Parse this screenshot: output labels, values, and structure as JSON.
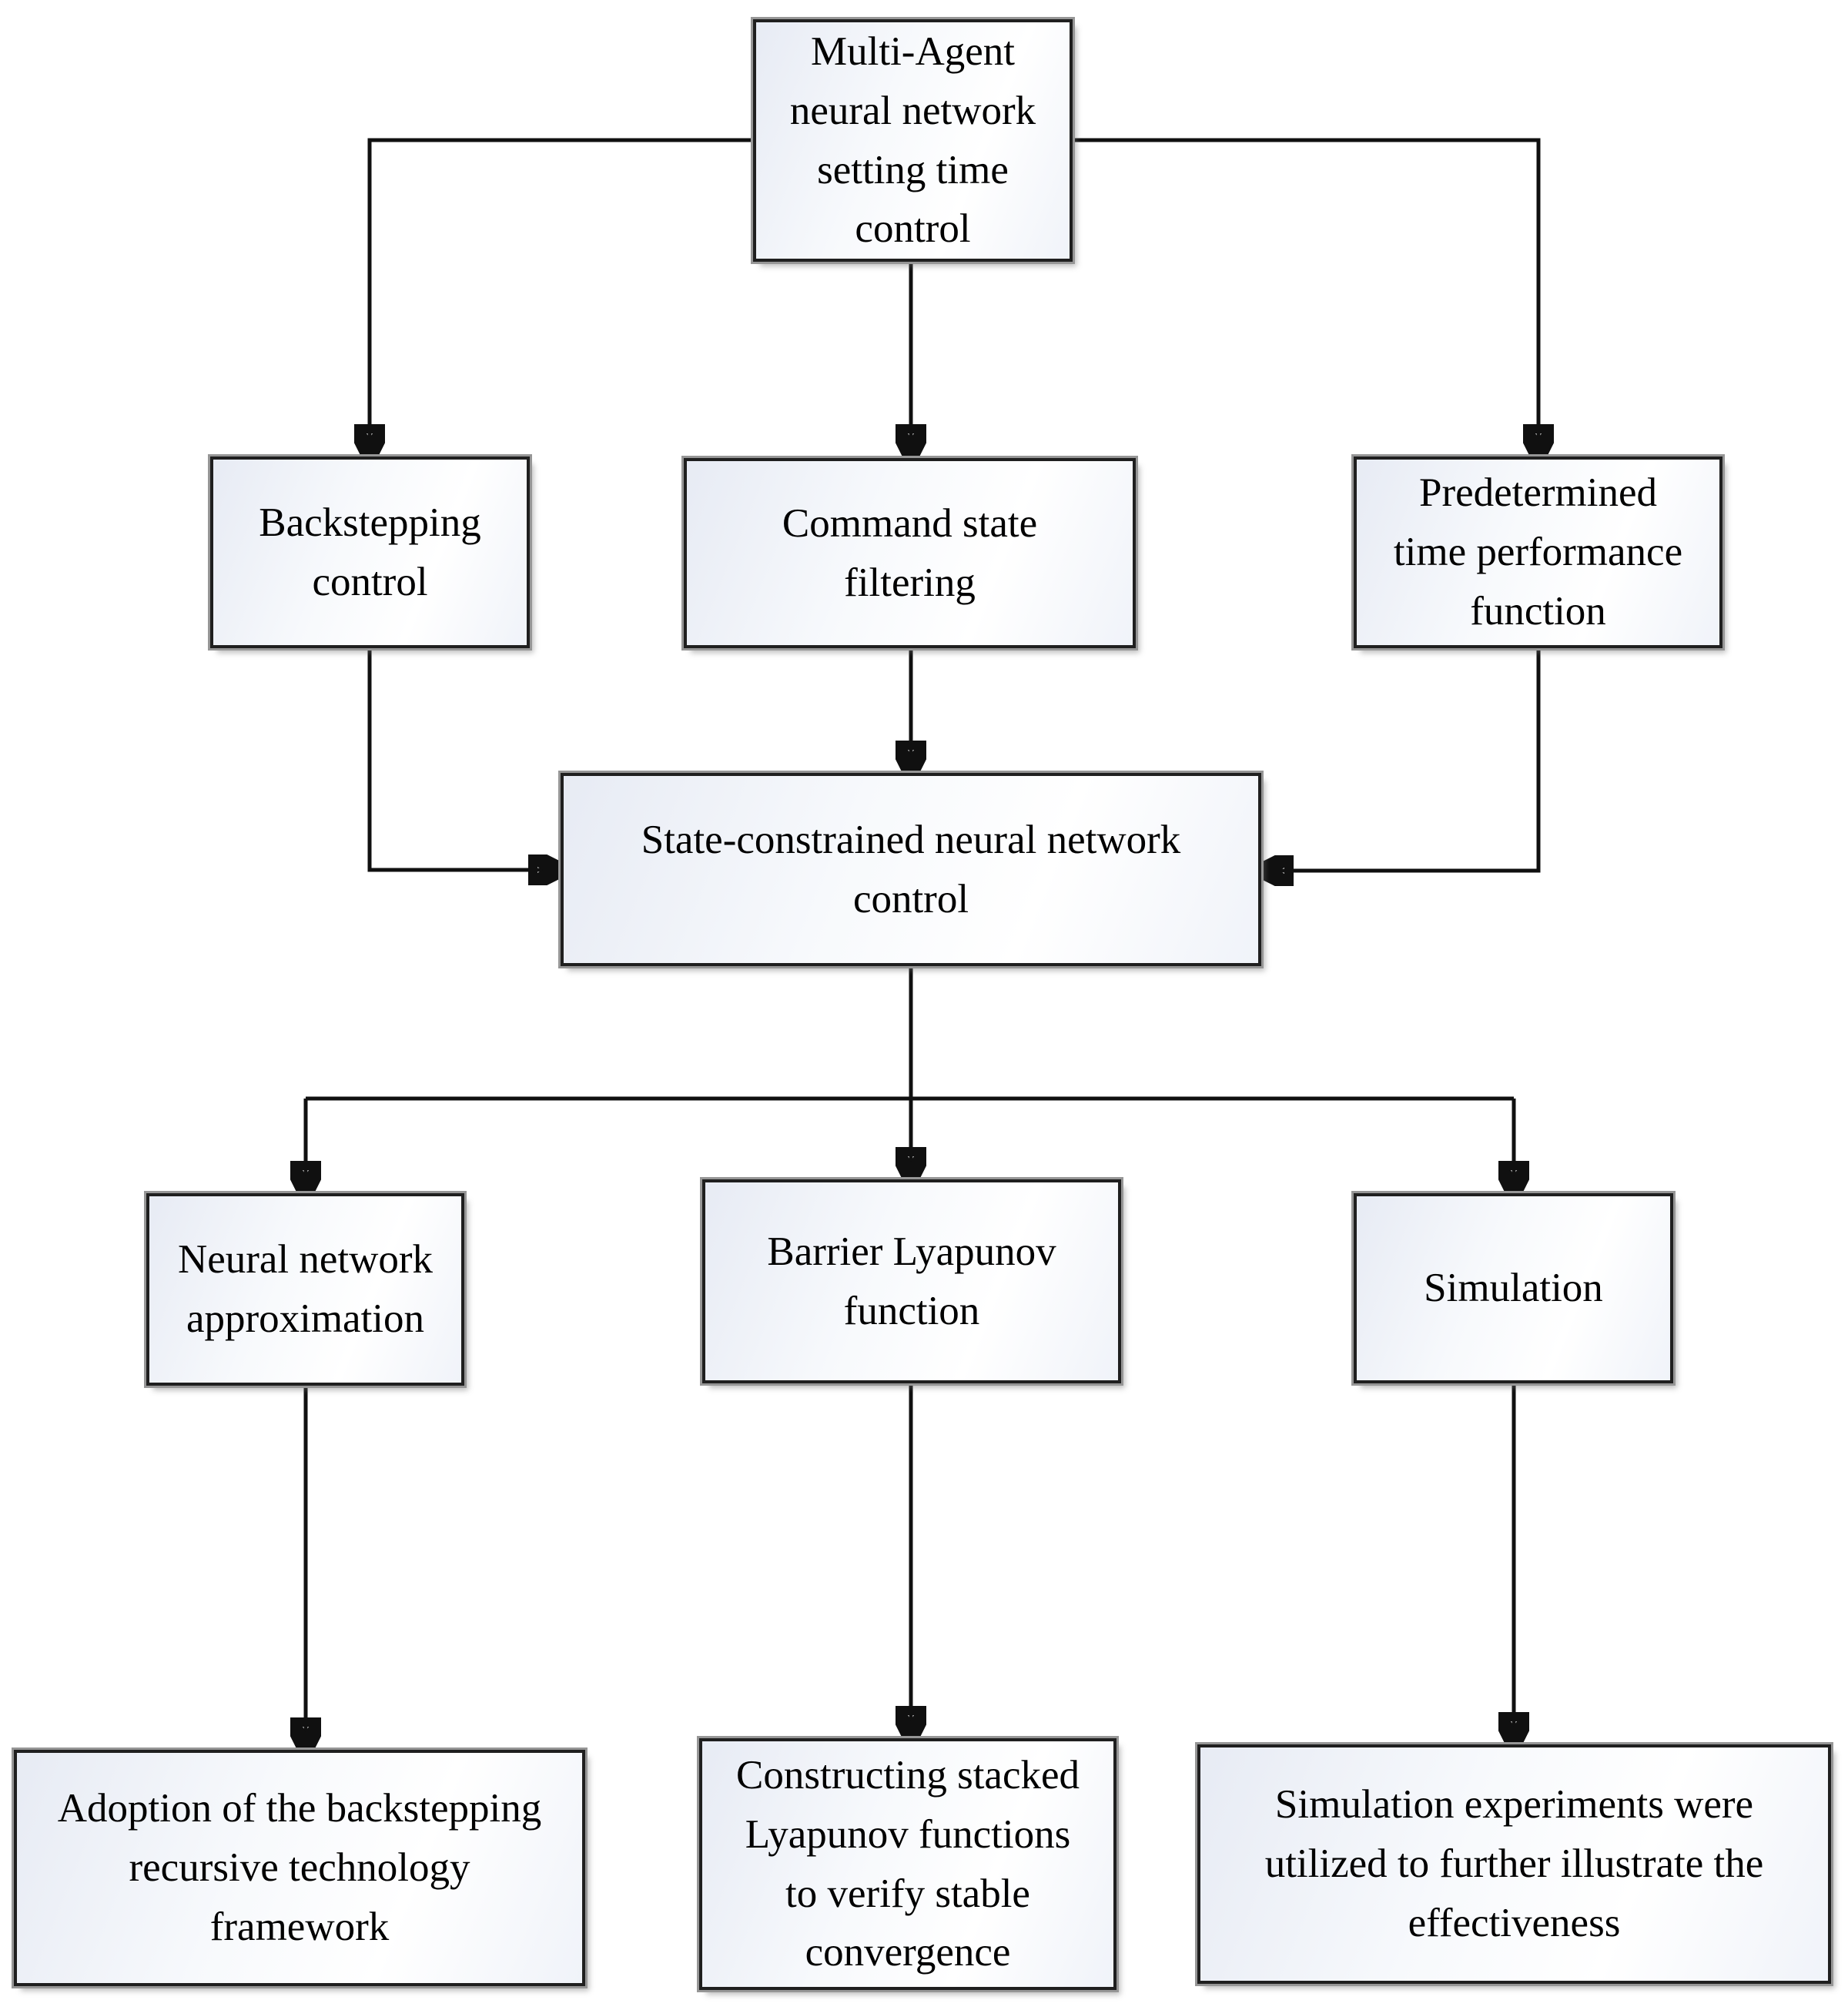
{
  "figure": {
    "type": "flowchart",
    "background": "#ffffff",
    "box_fill_start": "#e7ebf4",
    "box_fill_end": "#ffffff",
    "box_border_color": "#1f1f1f",
    "box_border_halo": "#969696",
    "connector_color": "#101010",
    "text_color": "#000000"
  },
  "diagram": {
    "nodes": [
      {
        "id": "multi-agent-setting-time-control",
        "label": "Multi-Agent\nneural network\nsetting time\ncontrol"
      },
      {
        "id": "backstepping-control",
        "label": "Backstepping\ncontrol"
      },
      {
        "id": "command-state-filtering",
        "label": "Command state\nfiltering"
      },
      {
        "id": "predetermined-time-performance-function",
        "label": "Predetermined\ntime performance\nfunction"
      },
      {
        "id": "state-constrained-neural-network-control",
        "label": "State-constrained neural network\ncontrol"
      },
      {
        "id": "neural-network-approximation",
        "label": "Neural network\napproximation"
      },
      {
        "id": "barrier-lyapunov-function",
        "label": "Barrier Lyapunov\nfunction"
      },
      {
        "id": "simulation",
        "label": "Simulation"
      },
      {
        "id": "adoption-backstepping-framework",
        "label": "Adoption of the backstepping\nrecursive technology\nframework"
      },
      {
        "id": "constructing-stacked-lyapunov",
        "label": "Constructing stacked\nLyapunov functions\nto verify stable\nconvergence"
      },
      {
        "id": "simulation-experiments-effectiveness",
        "label": "Simulation experiments were\nutilized to further illustrate the\neffectiveness"
      }
    ],
    "edges": [
      {
        "from": "multi-agent-setting-time-control",
        "to": "backstepping-control"
      },
      {
        "from": "multi-agent-setting-time-control",
        "to": "command-state-filtering"
      },
      {
        "from": "multi-agent-setting-time-control",
        "to": "predetermined-time-performance-function"
      },
      {
        "from": "backstepping-control",
        "to": "state-constrained-neural-network-control"
      },
      {
        "from": "command-state-filtering",
        "to": "state-constrained-neural-network-control"
      },
      {
        "from": "predetermined-time-performance-function",
        "to": "state-constrained-neural-network-control"
      },
      {
        "from": "state-constrained-neural-network-control",
        "to": "neural-network-approximation"
      },
      {
        "from": "state-constrained-neural-network-control",
        "to": "barrier-lyapunov-function"
      },
      {
        "from": "state-constrained-neural-network-control",
        "to": "simulation"
      },
      {
        "from": "neural-network-approximation",
        "to": "adoption-backstepping-framework"
      },
      {
        "from": "barrier-lyapunov-function",
        "to": "constructing-stacked-lyapunov"
      },
      {
        "from": "simulation",
        "to": "simulation-experiments-effectiveness"
      }
    ]
  }
}
